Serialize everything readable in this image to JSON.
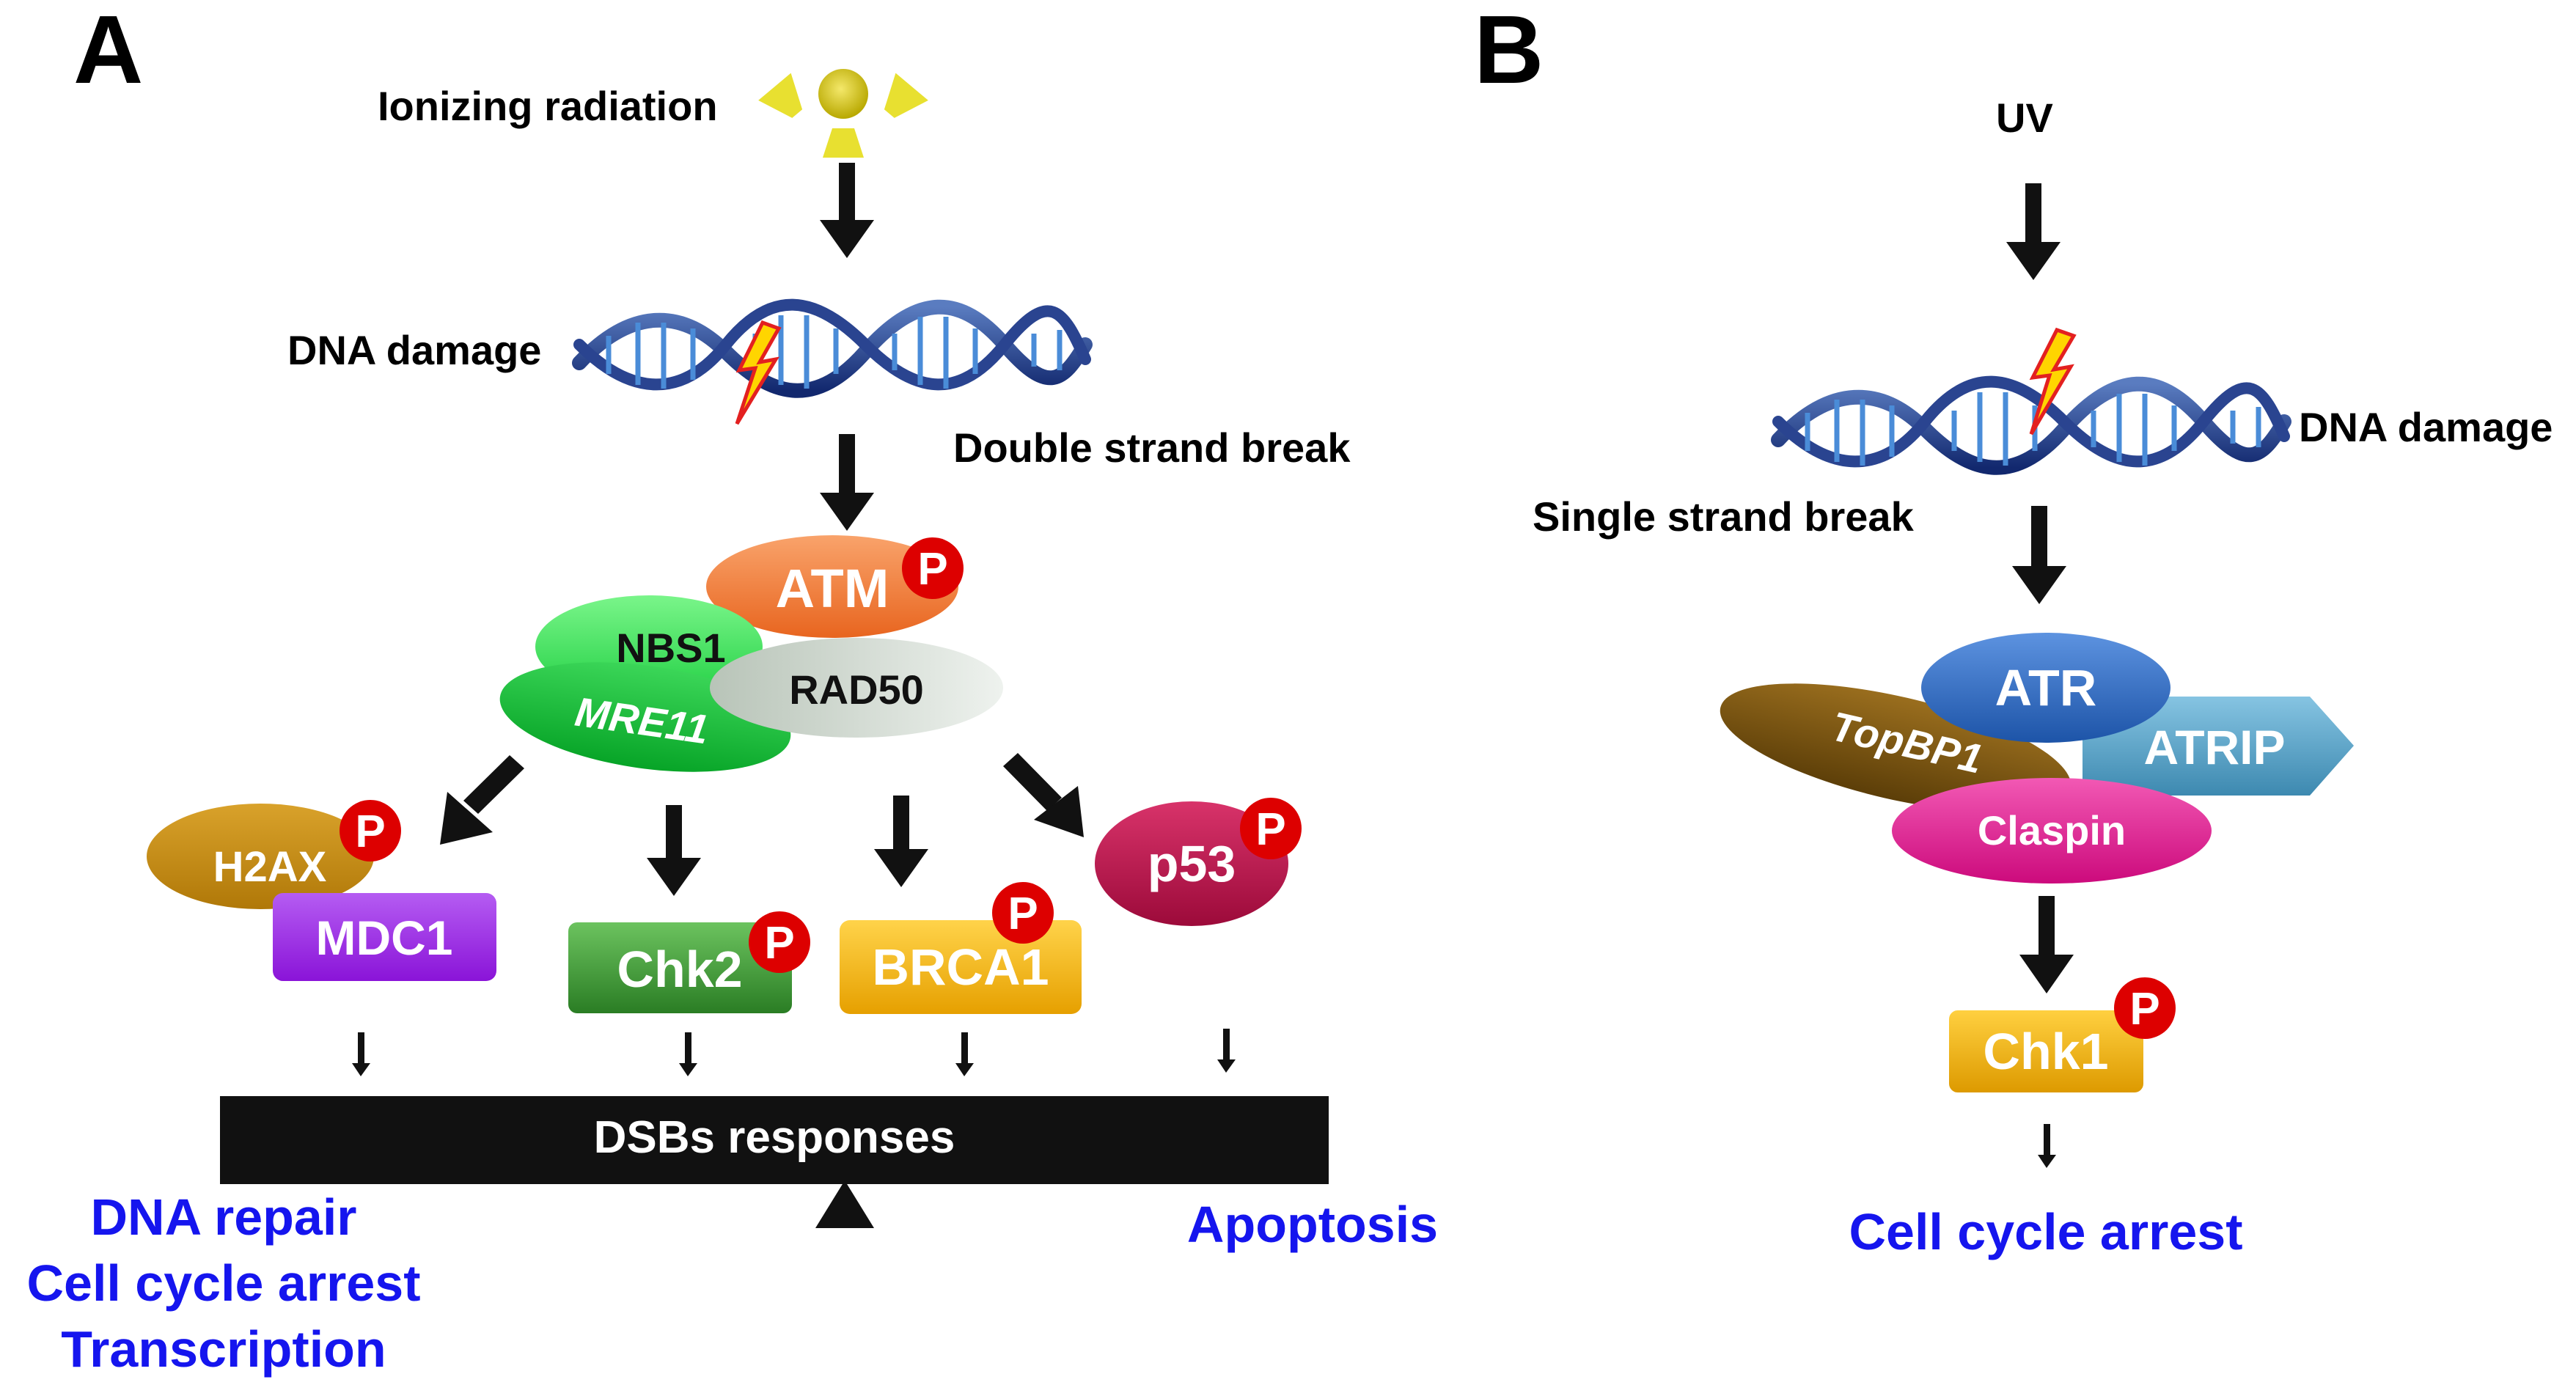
{
  "panel_a": {
    "letter": "A",
    "source": "Ionizing  radiation",
    "damage_label": "DNA damage",
    "break_label": "Double strand break",
    "complex": {
      "kinase": "ATM",
      "partners": [
        "NBS1",
        "RAD50",
        "MRE11"
      ]
    },
    "effectors": {
      "h2ax": "H2AX",
      "mdc1": "MDC1",
      "chk2": "Chk2",
      "brca1": "BRCA1",
      "p53": "p53"
    },
    "balance_label": "DSBs responses",
    "outcomes_left": [
      "DNA repair",
      "Cell cycle arrest",
      "Transcription"
    ],
    "outcome_right": "Apoptosis"
  },
  "panel_b": {
    "letter": "B",
    "source": "UV",
    "damage_label": "DNA damage",
    "break_label": "Single strand break",
    "complex": {
      "kinase": "ATR",
      "partners": [
        "TopBP1",
        "ATRIP",
        "Claspin"
      ]
    },
    "effector": "Chk1",
    "outcome": "Cell cycle arrest"
  },
  "phospho_label": "P",
  "colors": {
    "outcome_text": "#1515ee",
    "phospho": "#dd0000",
    "atm": "#f07a35",
    "nbs1": "#3de65a",
    "mre11": "#11c234",
    "rad50": "#cfd8cf",
    "h2ax": "#c48a10",
    "mdc1": "#9b26e6",
    "chk2": "#3f9c35",
    "brca1": "#f2b200",
    "p53": "#c0124e",
    "atr": "#2f6cc4",
    "topbp1": "#7a5410",
    "atrip": "#5aa6c8",
    "claspin": "#e81d96",
    "chk1": "#f0b400"
  }
}
